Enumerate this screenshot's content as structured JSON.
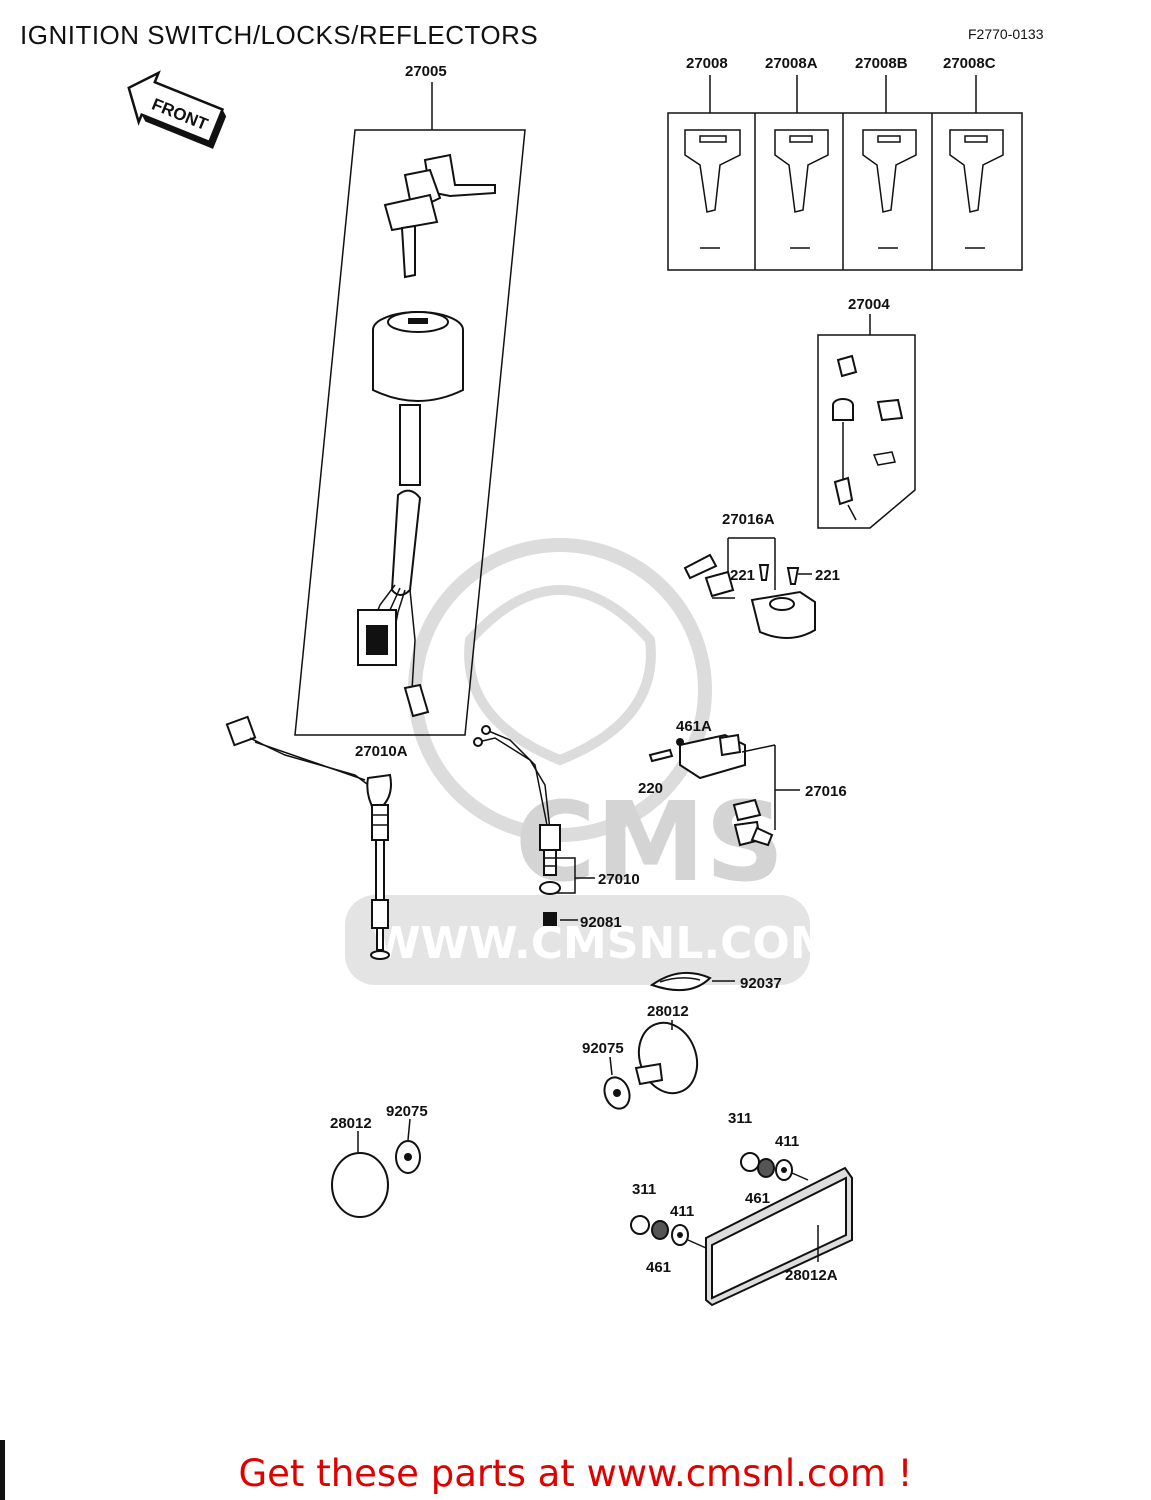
{
  "title": "IGNITION SWITCH/LOCKS/REFLECTORS",
  "reference": "F2770-0133",
  "front_label": "FRONT",
  "watermark": {
    "brand": "CMS",
    "url": "WWW.CMSNL.COM"
  },
  "footer": "Get these parts at www.cmsnl.com !",
  "labels": {
    "p27005": "27005",
    "p27008": "27008",
    "p27008a": "27008A",
    "p27008b": "27008B",
    "p27008c": "27008C",
    "p27004": "27004",
    "p27016a": "27016A",
    "p221a": "221",
    "p221b": "221",
    "p27010a": "27010A",
    "p461a": "461A",
    "p220": "220",
    "p27016": "27016",
    "p27010": "27010",
    "p92081": "92081",
    "p92037": "92037",
    "p28012a_top": "28012",
    "p92075_top": "92075",
    "p28012_left": "28012",
    "p92075_left": "92075",
    "p311a": "311",
    "p411a": "411",
    "p461a_nut": "461",
    "p311b": "311",
    "p411b": "411",
    "p461b_nut": "461",
    "p28012A": "28012A"
  }
}
